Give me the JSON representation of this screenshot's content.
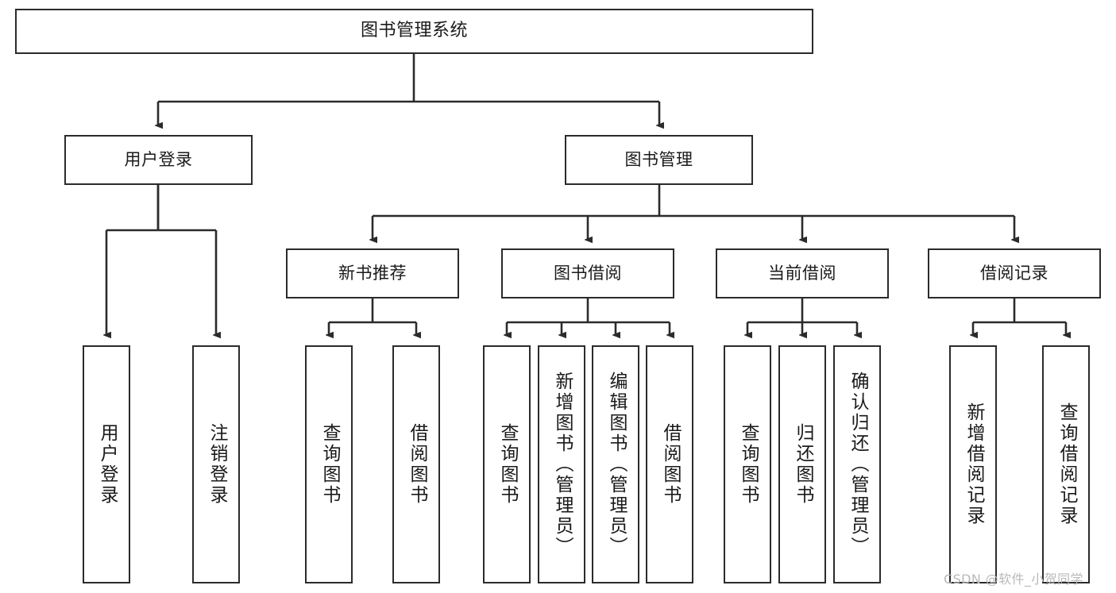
{
  "diagram": {
    "title": "图书管理系统",
    "type": "tree-hierarchy",
    "root": {
      "id": "root",
      "label": "图书管理系统"
    },
    "level2": [
      {
        "id": "user-login",
        "label": "用户登录"
      },
      {
        "id": "book-manage",
        "label": "图书管理"
      }
    ],
    "level3": [
      {
        "id": "new-book-recommend",
        "label": "新书推荐",
        "parent": "book-manage"
      },
      {
        "id": "book-borrow",
        "label": "图书借阅",
        "parent": "book-manage"
      },
      {
        "id": "current-borrow",
        "label": "当前借阅",
        "parent": "book-manage"
      },
      {
        "id": "borrow-record",
        "label": "借阅记录",
        "parent": "book-manage"
      }
    ],
    "leaves": {
      "user_login": [
        {
          "id": "leaf-user-login",
          "label": "用户登录"
        },
        {
          "id": "leaf-logout",
          "label": "注销登录"
        }
      ],
      "new_book_recommend": [
        {
          "id": "leaf-query-book-1",
          "label": "查询图书"
        },
        {
          "id": "leaf-borrow-book-1",
          "label": "借阅图书"
        }
      ],
      "book_borrow": [
        {
          "id": "leaf-query-book-2",
          "label": "查询图书"
        },
        {
          "id": "leaf-add-book",
          "label": "新增图书（管理员）"
        },
        {
          "id": "leaf-edit-book",
          "label": "编辑图书（管理员）"
        },
        {
          "id": "leaf-borrow-book-2",
          "label": "借阅图书"
        }
      ],
      "current_borrow": [
        {
          "id": "leaf-query-book-3",
          "label": "查询图书"
        },
        {
          "id": "leaf-return-book",
          "label": "归还图书"
        },
        {
          "id": "leaf-confirm-return",
          "label": "确认归还（管理员）"
        }
      ],
      "borrow_record": [
        {
          "id": "leaf-add-record",
          "label": "新增借阅记录"
        },
        {
          "id": "leaf-query-record",
          "label": "查询借阅记录"
        }
      ]
    }
  },
  "watermark": {
    "text": "CSDN @软件_小贺同学"
  },
  "colors": {
    "stroke": "#2b2b2b",
    "background": "#ffffff",
    "text": "#1a1a1a",
    "watermark": "#b9b9b9"
  }
}
